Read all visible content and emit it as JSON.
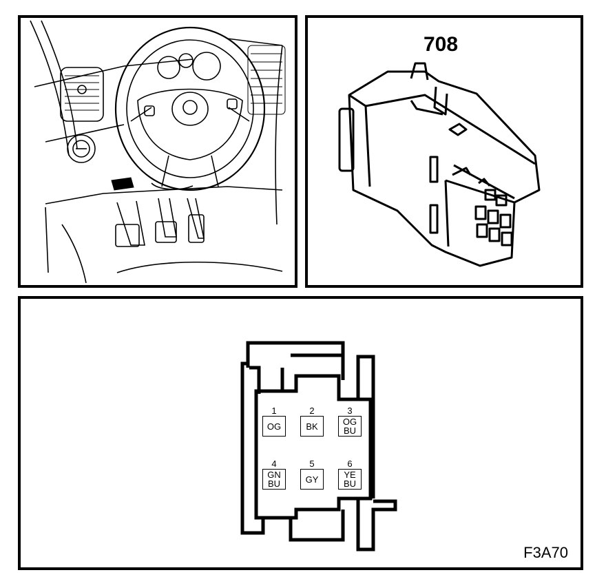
{
  "location_panel": {
    "icons": [
      "steering-wheel",
      "pedals",
      "air-vent",
      "light-switch",
      "connector-location-marker"
    ]
  },
  "connector_panel": {
    "title": "708",
    "icons": [
      "connector-housing-3d"
    ]
  },
  "pinout_panel": {
    "figure_code": "F3A70",
    "pins": [
      {
        "number": "1",
        "colors": [
          "OG"
        ]
      },
      {
        "number": "2",
        "colors": [
          "BK"
        ]
      },
      {
        "number": "3",
        "colors": [
          "OG",
          "BU"
        ]
      },
      {
        "number": "4",
        "colors": [
          "GN",
          "BU"
        ]
      },
      {
        "number": "5",
        "colors": [
          "GY"
        ]
      },
      {
        "number": "6",
        "colors": [
          "YE",
          "BU"
        ]
      }
    ]
  }
}
